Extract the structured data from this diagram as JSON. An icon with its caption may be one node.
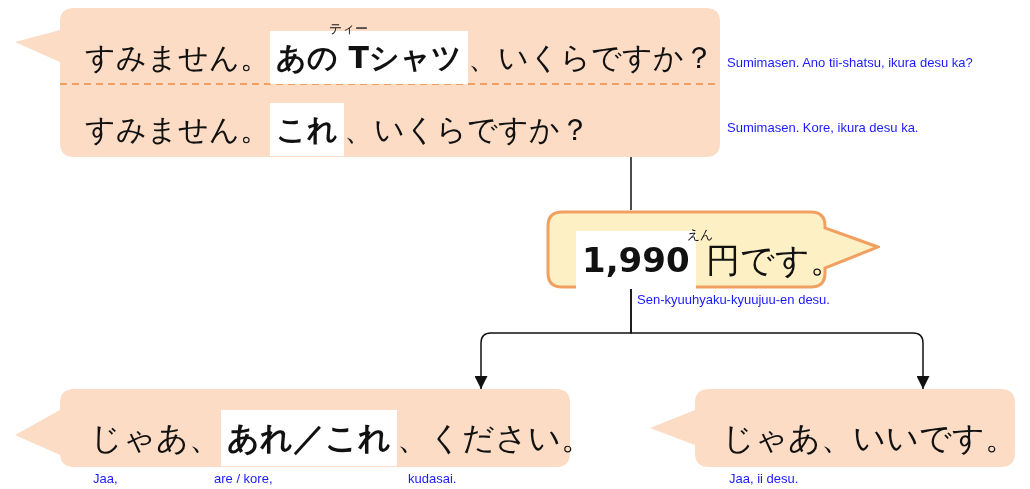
{
  "diagram": {
    "nodes": [
      {
        "text": [
          "すみません。**あの Tシャツ**、いくらですか？",
          "すみません。**これ**、いくらですか？"
        ],
        "beside": [
          "Sumimasen. Ano tii-shatsu, ikura desu ka?",
          "Sumimasen. Kore, ikura desu ka."
        ]
      },
      {
        "text": [
          "**1,990** 円です。"
        ],
        "beside": [
          "Sen-kyuuhyaku-kyuujuu-en desu."
        ]
      },
      {
        "text": [
          "じゃあ、**あれ／これ**、ください。"
        ],
        "beside": [
          "Jaa,",
          "are / kore,",
          "kudasai."
        ]
      },
      {
        "text": [
          "じゃあ、いいです。"
        ],
        "beside": [
          "Jaa, ii desu."
        ]
      }
    ],
    "edges": [
      {
        "from": 0,
        "to": 1,
        "arrow": "none"
      },
      {
        "from": 1,
        "to": 2,
        "arrow": "to"
      },
      {
        "from": 1,
        "to": 3,
        "arrow": "to"
      }
    ],
    "labels": [
      "ティー",
      "えん"
    ]
  }
}
